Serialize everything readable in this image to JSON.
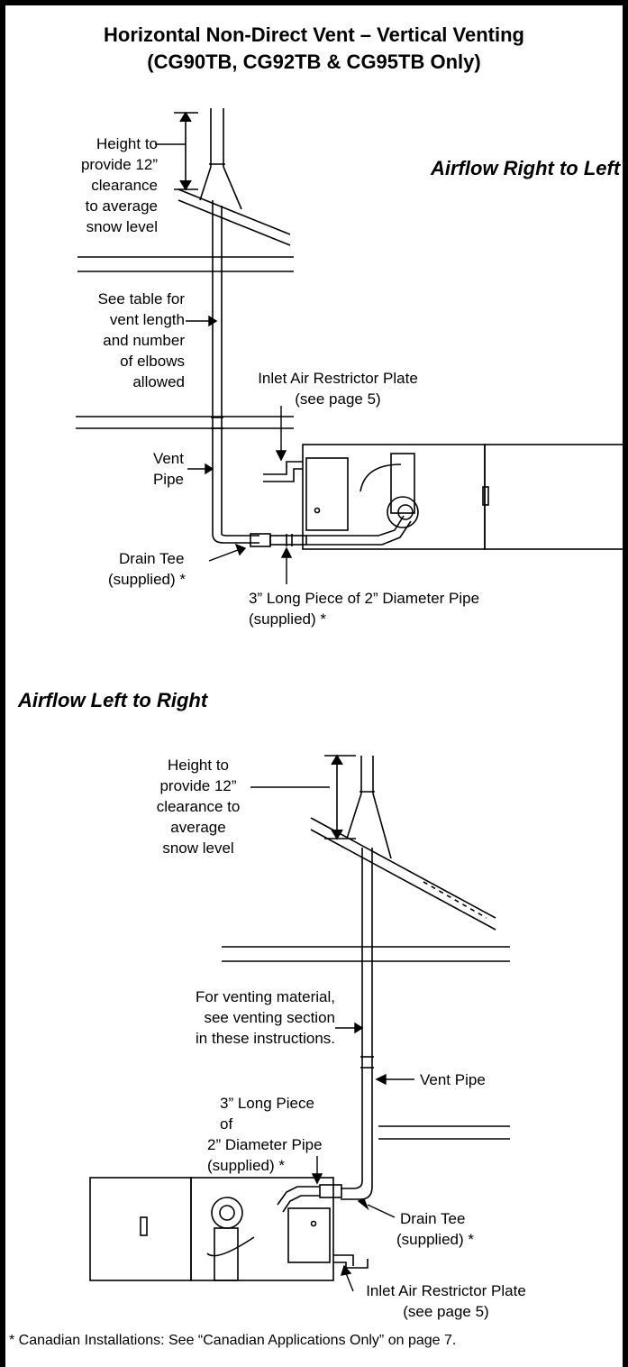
{
  "title": {
    "line1": "Horizontal Non-Direct Vent – Vertical Venting",
    "line2": "(CG90TB, CG92TB & CG95TB Only)"
  },
  "diagram_top": {
    "heading": "Airflow Right to Left",
    "height_label": [
      "Height to",
      "provide 12”",
      "clearance",
      "to average",
      "snow level"
    ],
    "table_label": [
      "See table for",
      "vent length",
      "and number",
      "of elbows",
      "allowed"
    ],
    "vent_pipe_label": [
      "Vent",
      "Pipe"
    ],
    "restrictor_label": [
      "Inlet Air Restrictor Plate",
      "(see page 5)"
    ],
    "drain_tee_label": [
      "Drain Tee",
      "(supplied)  *"
    ],
    "long_piece_label": [
      "3” Long Piece of 2” Diameter Pipe",
      "(supplied) *"
    ]
  },
  "diagram_bottom": {
    "heading": "Airflow Left to Right",
    "height_label": [
      "Height to",
      "provide 12”",
      "clearance to",
      "average",
      "snow level"
    ],
    "venting_material_label": [
      "For venting material,",
      "see venting section",
      "in these instructions."
    ],
    "vent_pipe_label": "Vent Pipe",
    "long_piece_label": [
      "3” Long Piece of",
      "2” Diameter Pipe",
      "(supplied) *"
    ],
    "drain_tee_label": [
      "Drain Tee",
      "(supplied) *"
    ],
    "restrictor_label": [
      "Inlet Air Restrictor Plate",
      "(see page 5)"
    ]
  },
  "footnote": "* Canadian Installations:  See “Canadian Applications Only” on page 7."
}
